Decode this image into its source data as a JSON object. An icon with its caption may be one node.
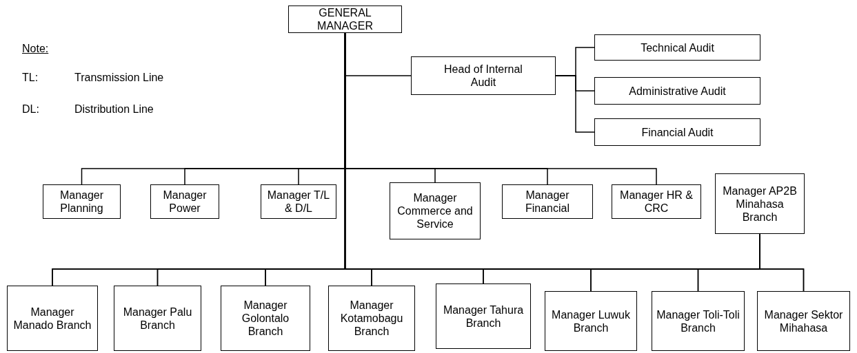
{
  "diagram": {
    "nodes": [
      {
        "text": [
          "GENERAL MANAGER"
        ]
      },
      {
        "text": [
          "Head of Internal Audit"
        ]
      },
      {
        "text": [
          "Technical Audit"
        ]
      },
      {
        "text": [
          "Administrative Audit"
        ]
      },
      {
        "text": [
          "Financial Audit"
        ]
      },
      {
        "text": [
          "Manager Planning"
        ]
      },
      {
        "text": [
          "Manager Power"
        ]
      },
      {
        "text": [
          "Manager T/L & D/L"
        ]
      },
      {
        "text": [
          "Manager Commerce and Service"
        ]
      },
      {
        "text": [
          "Manager Financial"
        ]
      },
      {
        "text": [
          "Manager HR & CRC"
        ]
      },
      {
        "text": [
          "Manager AP2B Minahasa Branch"
        ]
      },
      {
        "text": [
          "Manager Manado Branch"
        ]
      },
      {
        "text": [
          "Manager Palu Branch"
        ]
      },
      {
        "text": [
          "Manager Golontalo Branch"
        ]
      },
      {
        "text": [
          "Manager Kotamobagu Branch"
        ]
      },
      {
        "text": [
          "Manager Tahura Branch"
        ]
      },
      {
        "text": [
          "Manager Luwuk Branch"
        ]
      },
      {
        "text": [
          "Manager Toli-Toli Branch"
        ]
      },
      {
        "text": [
          "Manager Sektor Mihahasa"
        ]
      }
    ],
    "edges": [
      {
        "from": 0,
        "to": 1,
        "arrow": "none"
      },
      {
        "from": 1,
        "to": 2,
        "arrow": "none"
      },
      {
        "from": 1,
        "to": 3,
        "arrow": "none"
      },
      {
        "from": 1,
        "to": 4,
        "arrow": "none"
      },
      {
        "from": 0,
        "to": 5,
        "arrow": "none"
      },
      {
        "from": 0,
        "to": 6,
        "arrow": "none"
      },
      {
        "from": 0,
        "to": 7,
        "arrow": "none"
      },
      {
        "from": 0,
        "to": 8,
        "arrow": "none"
      },
      {
        "from": 0,
        "to": 9,
        "arrow": "none"
      },
      {
        "from": 0,
        "to": 10,
        "arrow": "none"
      },
      {
        "from": 0,
        "to": 12,
        "arrow": "none"
      },
      {
        "from": 0,
        "to": 13,
        "arrow": "none"
      },
      {
        "from": 0,
        "to": 14,
        "arrow": "none"
      },
      {
        "from": 0,
        "to": 15,
        "arrow": "none"
      },
      {
        "from": 0,
        "to": 16,
        "arrow": "none"
      },
      {
        "from": 0,
        "to": 17,
        "arrow": "none"
      },
      {
        "from": 0,
        "to": 18,
        "arrow": "none"
      },
      {
        "from": 0,
        "to": 19,
        "arrow": "none"
      },
      {
        "from": 11,
        "to": 12,
        "arrow": "none"
      },
      {
        "from": 11,
        "to": 13,
        "arrow": "none"
      },
      {
        "from": 11,
        "to": 14,
        "arrow": "none"
      },
      {
        "from": 11,
        "to": 15,
        "arrow": "none"
      },
      {
        "from": 11,
        "to": 16,
        "arrow": "none"
      },
      {
        "from": 11,
        "to": 17,
        "arrow": "none"
      },
      {
        "from": 11,
        "to": 18,
        "arrow": "none"
      },
      {
        "from": 11,
        "to": 19,
        "arrow": "none"
      }
    ],
    "labels": [
      "Note:",
      "TL:",
      "Transmission Line",
      "DL:",
      "Distribution Line"
    ]
  }
}
